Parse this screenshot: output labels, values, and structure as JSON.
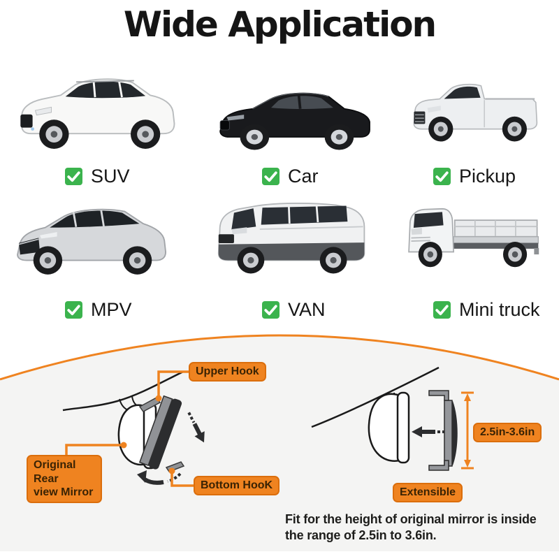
{
  "title": "Wide Application",
  "colors": {
    "check_green": "#3BB34D",
    "accent_orange": "#EF8320",
    "section_background": "#F4F4F3"
  },
  "vehicles": [
    {
      "label": "SUV",
      "icon": "suv-icon"
    },
    {
      "label": "Car",
      "icon": "sedan-icon"
    },
    {
      "label": "Pickup",
      "icon": "pickup-icon"
    },
    {
      "label": "MPV",
      "icon": "mpv-icon"
    },
    {
      "label": "VAN",
      "icon": "van-icon"
    },
    {
      "label": "Mini truck",
      "icon": "mini-truck-icon"
    }
  ],
  "diagram": {
    "left": {
      "upper_hook": "Upper Hook",
      "original_mirror_lines": [
        "Original Rear",
        "view Mirror"
      ],
      "bottom_hook": "Bottom HooK"
    },
    "right": {
      "range": "2.5in-3.6in",
      "extensible": "Extensible"
    },
    "note": "Fit for the height of original mirror is inside the range of 2.5in to 3.6in."
  }
}
